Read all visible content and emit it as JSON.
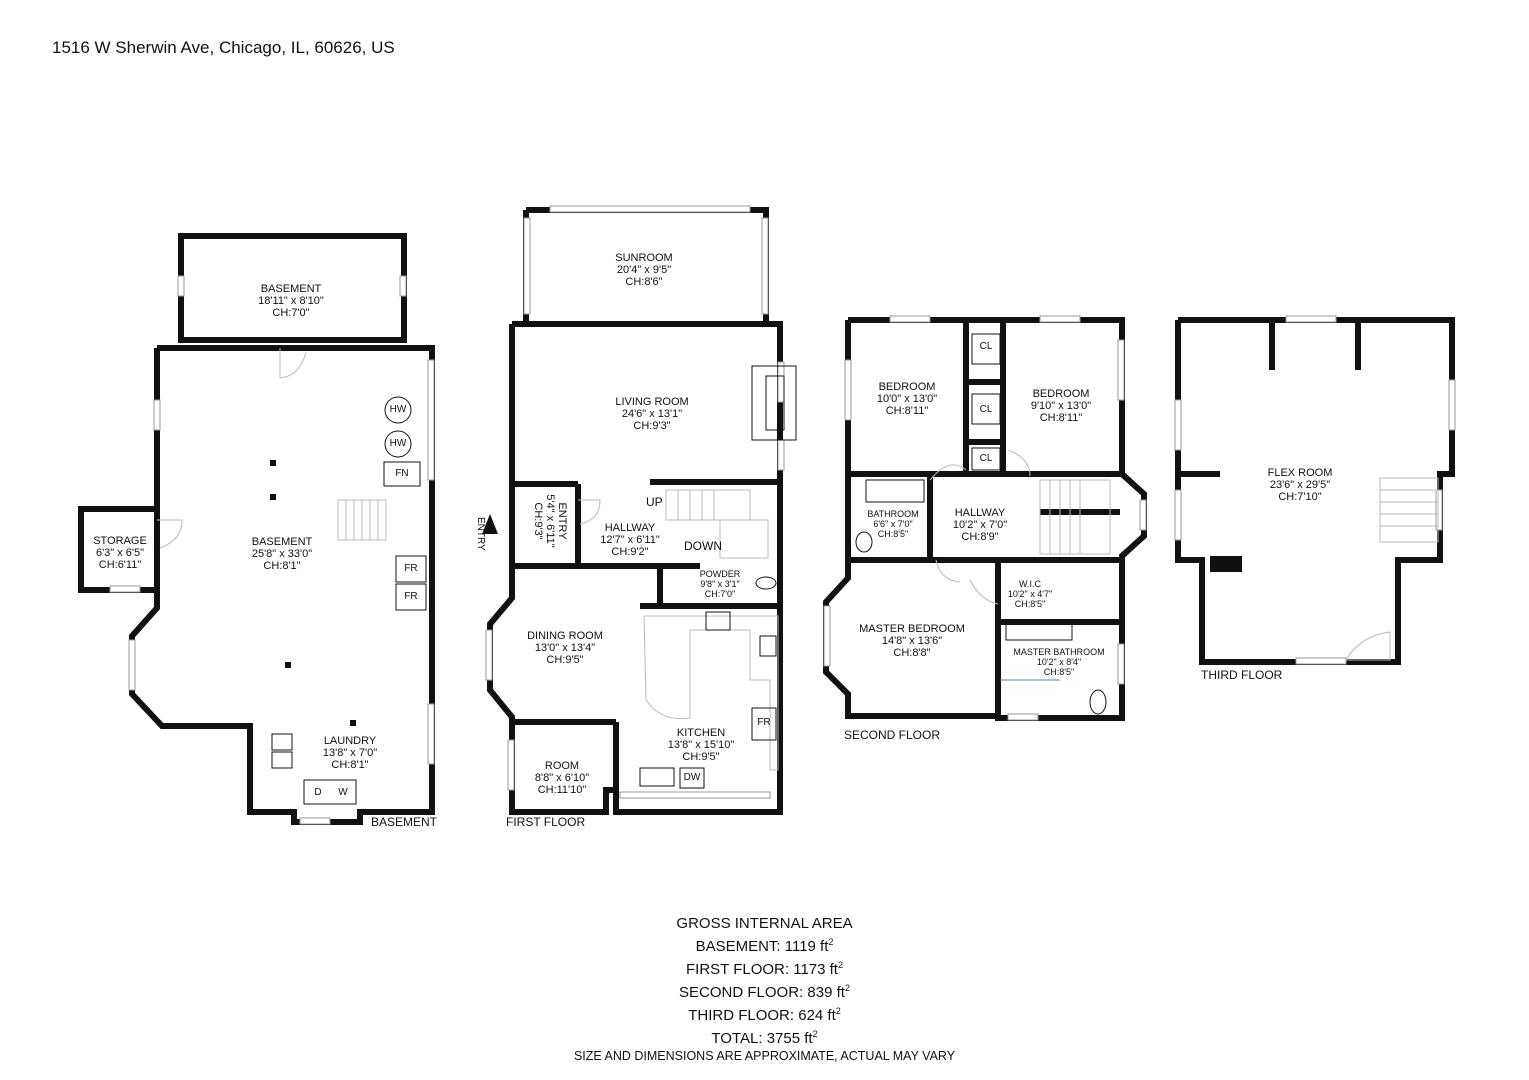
{
  "address": "1516 W Sherwin Ave, Chicago, IL, 60626, US",
  "floors": {
    "basement": {
      "label": "BASEMENT",
      "rooms": {
        "upper_basement": {
          "name": "BASEMENT",
          "dims": "18'11\" x 8'10\"",
          "ch": "CH:7'0\""
        },
        "main_basement": {
          "name": "BASEMENT",
          "dims": "25'8\" x 33'0\"",
          "ch": "CH:8'1\""
        },
        "storage": {
          "name": "STORAGE",
          "dims": "6'3\" x 6'5\"",
          "ch": "CH:6'11\""
        },
        "laundry": {
          "name": "LAUNDRY",
          "dims": "13'8\" x 7'0\"",
          "ch": "CH:8'1\""
        }
      },
      "fixtures": {
        "hw1": "HW",
        "hw2": "HW",
        "fn": "FN",
        "fr1": "FR",
        "fr2": "FR",
        "d": "D",
        "w": "W"
      }
    },
    "first": {
      "label": "FIRST FLOOR",
      "entry_marker": "ENTRY",
      "rooms": {
        "sunroom": {
          "name": "SUNROOM",
          "dims": "20'4\" x 9'5\"",
          "ch": "CH:8'6\""
        },
        "living": {
          "name": "LIVING ROOM",
          "dims": "24'6\" x 13'1\"",
          "ch": "CH:9'3\""
        },
        "entry": {
          "name": "ENTRY",
          "dims": "5'4\" x 6'11\"",
          "ch": "CH:9'3\""
        },
        "hallway": {
          "name": "HALLWAY",
          "dims": "12'7\" x 6'11\"",
          "ch": "CH:9'2\""
        },
        "powder": {
          "name": "POWDER",
          "dims": "9'8\" x 3'1\"",
          "ch": "CH:7'0\""
        },
        "dining": {
          "name": "DINING ROOM",
          "dims": "13'0\" x 13'4\"",
          "ch": "CH:9'5\""
        },
        "kitchen": {
          "name": "KITCHEN",
          "dims": "13'8\" x 15'10\"",
          "ch": "CH:9'5\""
        },
        "room": {
          "name": "ROOM",
          "dims": "8'8\" x 6'10\"",
          "ch": "CH:11'10\""
        }
      },
      "fixtures": {
        "up": "UP",
        "down": "DOWN",
        "fr": "FR",
        "dw": "DW"
      }
    },
    "second": {
      "label": "SECOND FLOOR",
      "rooms": {
        "bedroom1": {
          "name": "BEDROOM",
          "dims": "10'0\" x 13'0\"",
          "ch": "CH:8'11\""
        },
        "bedroom2": {
          "name": "BEDROOM",
          "dims": "9'10\" x 13'0\"",
          "ch": "CH:8'11\""
        },
        "bathroom": {
          "name": "BATHROOM",
          "dims": "6'6\" x 7'0\"",
          "ch": "CH:8'5\""
        },
        "hallway": {
          "name": "HALLWAY",
          "dims": "10'2\" x 7'0\"",
          "ch": "CH:8'9\""
        },
        "wic": {
          "name": "W.I.C",
          "dims": "10'2\" x 4'7\"",
          "ch": "CH:8'5\""
        },
        "master_bedroom": {
          "name": "MASTER BEDROOM",
          "dims": "14'8\" x 13'6\"",
          "ch": "CH:8'8\""
        },
        "master_bathroom": {
          "name": "MASTER BATHROOM",
          "dims": "10'2\" x 8'4\"",
          "ch": "CH:8'5\""
        }
      },
      "fixtures": {
        "cl1": "CL",
        "cl2": "CL",
        "cl3": "CL"
      }
    },
    "third": {
      "label": "THIRD FLOOR",
      "rooms": {
        "flex": {
          "name": "FLEX ROOM",
          "dims": "23'6\" x 29'5\"",
          "ch": "CH:7'10\""
        }
      }
    }
  },
  "area": {
    "heading": "GROSS INTERNAL AREA",
    "unit_sup": "2",
    "lines": [
      {
        "label": "BASEMENT: 1119 ft"
      },
      {
        "label": "FIRST FLOOR: 1173 ft"
      },
      {
        "label": "SECOND FLOOR: 839 ft"
      },
      {
        "label": "THIRD FLOOR: 624 ft"
      },
      {
        "label": "TOTAL: 3755 ft"
      }
    ],
    "note": "SIZE AND DIMENSIONS ARE APPROXIMATE, ACTUAL MAY VARY"
  }
}
